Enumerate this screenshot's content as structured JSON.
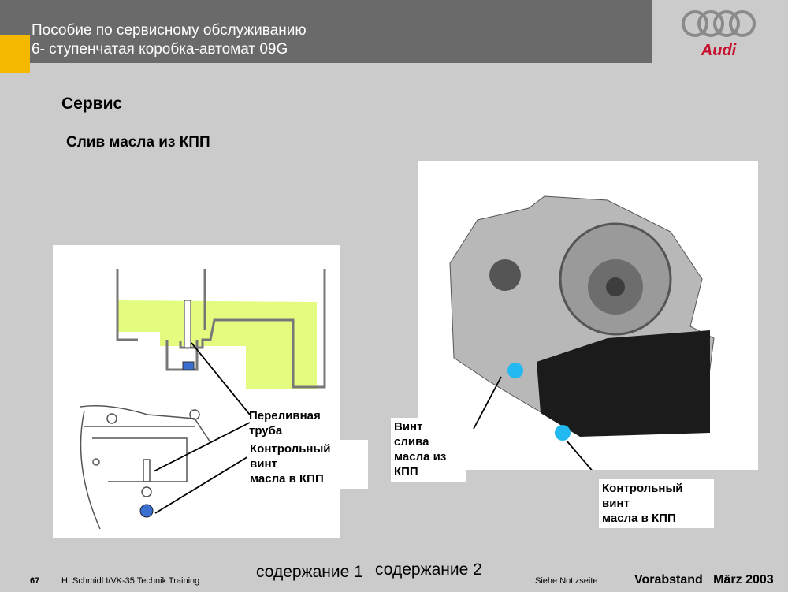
{
  "header": {
    "line1": "Пособие по сервисному обслуживанию",
    "line2": "6- ступенчатая коробка-автомат 09G",
    "logo_text": "Audi"
  },
  "title": "Сервис",
  "subtitle": "Слив масла из КПП",
  "diagram": {
    "label_tube": [
      "Переливная",
      "труба"
    ],
    "label_screw": [
      "Контрольный",
      "винт",
      "масла в КПП"
    ],
    "oil_color": "#e3fb7f"
  },
  "photo": {
    "label_drain": [
      "Винт",
      "слива",
      "масла из",
      "КПП"
    ],
    "label_check": [
      "Контрольный",
      "винт",
      "масла в КПП"
    ],
    "marker_color": "#22b8f0"
  },
  "footer": {
    "page": "67",
    "author": "H. Schmidl I/VK-35  Technik Training",
    "link1": "содержание 1",
    "link2": "содержание 2",
    "notes": "Siehe Notizseite",
    "status": "Vorabstand   März 2003"
  }
}
